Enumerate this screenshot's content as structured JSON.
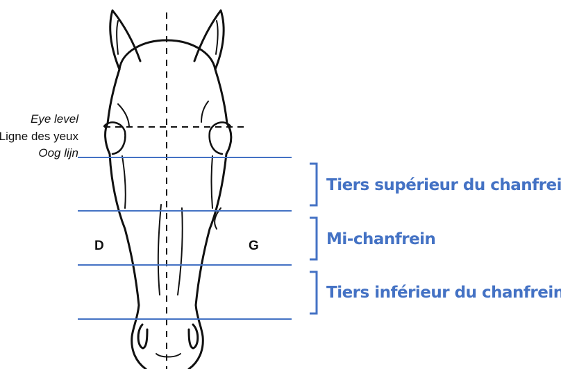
{
  "labels": {
    "eye_level": "Eye level",
    "ligne_des_yeux": "Ligne des yeux",
    "oog_lijn": "Oog lijn",
    "side_right": "D",
    "side_left": "G"
  },
  "zones": [
    {
      "label": "Tiers supérieur du chanfrein"
    },
    {
      "label": "Mi-chanfrein"
    },
    {
      "label": "Tiers inférieur du chanfrein"
    }
  ],
  "colors": {
    "accent_blue": "#4472c4",
    "ink": "#111111"
  }
}
